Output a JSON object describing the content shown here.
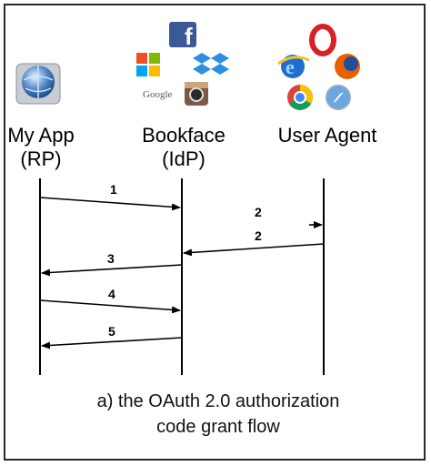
{
  "participants": [
    {
      "id": "rp",
      "name": "My App",
      "role": "(RP)"
    },
    {
      "id": "idp",
      "name": "Bookface",
      "role": "(IdP)"
    },
    {
      "id": "ua",
      "name": "User Agent",
      "role": ""
    }
  ],
  "idp_icons": {
    "google_text": "Google"
  },
  "messages": [
    {
      "label": "1",
      "from": "rp",
      "to": "idp"
    },
    {
      "label": "2",
      "from": "ua",
      "to": "ua"
    },
    {
      "label": "2",
      "from": "ua",
      "to": "idp"
    },
    {
      "label": "3",
      "from": "idp",
      "to": "rp"
    },
    {
      "label": "4",
      "from": "rp",
      "to": "idp"
    },
    {
      "label": "5",
      "from": "idp",
      "to": "rp"
    }
  ],
  "caption": {
    "line1": "a) the OAuth  2.0 authorization",
    "line2": "code grant flow"
  }
}
